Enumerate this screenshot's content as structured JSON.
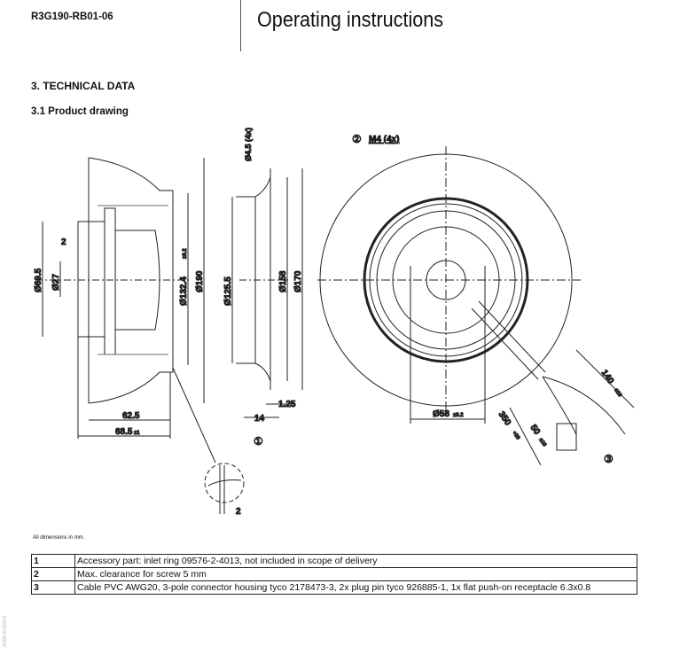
{
  "header": {
    "model": "R3G190-RB01-06",
    "title": "Operating instructions"
  },
  "section": {
    "title": "3. TECHNICAL DATA",
    "subtitle": "3.1 Product drawing"
  },
  "drawing": {
    "side_view": {
      "d69_5": "Ø69.5",
      "d27": "Ø27",
      "d132_4": "Ø132.4",
      "tol132": "±0.2",
      "d190": "Ø190",
      "len62_5": "62.5",
      "len68_5": "68.5",
      "tol68": "±1",
      "gap2": "2"
    },
    "inlet_ring": {
      "hole": "Ø4.5 (4x)",
      "d125_5": "Ø125.5",
      "d158": "Ø158",
      "d170": "Ø170",
      "t1_25": "1.25",
      "w14": "14",
      "marker": "①"
    },
    "detail": {
      "clearance": "2"
    },
    "front_view": {
      "marker2": "②",
      "thread": "M4 (4x)",
      "d58": "Ø58",
      "tol58": "±0.2",
      "cable140": "140",
      "tol140": "±10",
      "cable350": "350",
      "tol350": "+20",
      "len50": "50",
      "tol50": "±10",
      "marker3": "③"
    }
  },
  "note": "All dimensions in mm.",
  "table": [
    {
      "num": "1",
      "text": "Accessory part: inlet ring 09576-2-4013, not included in scope of delivery"
    },
    {
      "num": "2",
      "text": "Max. clearance for screw 5 mm"
    },
    {
      "num": "3",
      "text": "Cable PVC AWG20, 3-pole connector housing tyco 2178473-3, 2x plug pin tyco 926885-1, 1x flat push-on receptacle 6.3x0.8"
    }
  ],
  "side_watermark": "instructions"
}
